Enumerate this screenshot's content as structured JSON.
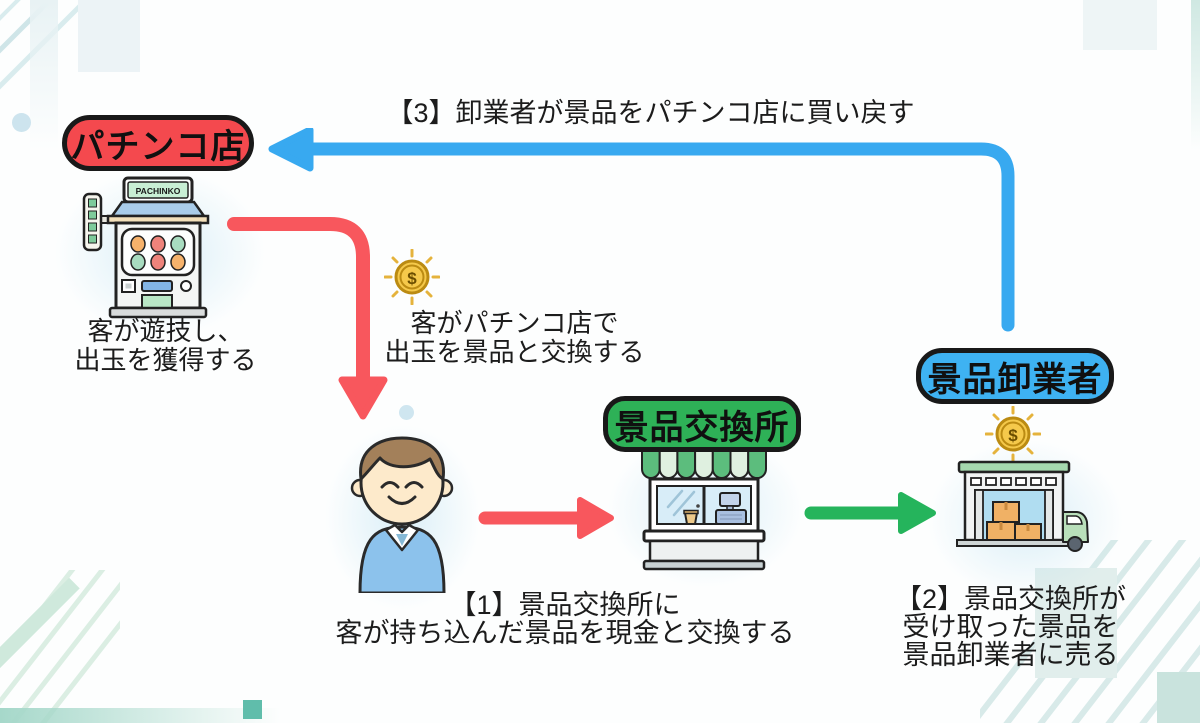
{
  "diagram": {
    "step3_label": "【3】卸業者が景品をパチンコ店に買い戻す",
    "play_caption": {
      "line1": "客が遊技し、",
      "line2": "出玉を獲得する"
    },
    "swap_caption": {
      "line1": "客がパチンコ店で",
      "line2": "出玉を景品と交換する"
    },
    "step1_caption": {
      "line1": "【1】景品交換所に",
      "line2": "客が持ち込んだ景品を現金と交換する"
    },
    "step2_caption": {
      "line1": "【2】景品交換所が",
      "line2": "受け取った景品を",
      "line3": "景品卸業者に売る"
    }
  },
  "nodes": {
    "pachinko": {
      "label": "パチンコ店",
      "badge_color": "#f4494e",
      "machine_sign_text": "PACHINKO"
    },
    "exchange": {
      "label": "景品交換所",
      "badge_color": "#2eb157"
    },
    "wholesaler": {
      "label": "景品卸業者",
      "badge_color": "#3eb2f2"
    }
  },
  "arrows": {
    "red_color": "#f8575d",
    "green_color": "#25b45c",
    "blue_color": "#38a9f0"
  },
  "coin": {
    "symbol": "$",
    "face_color": "#f5c94b",
    "rim_color": "#bb8b12",
    "ray_color": "#e5b33c"
  }
}
